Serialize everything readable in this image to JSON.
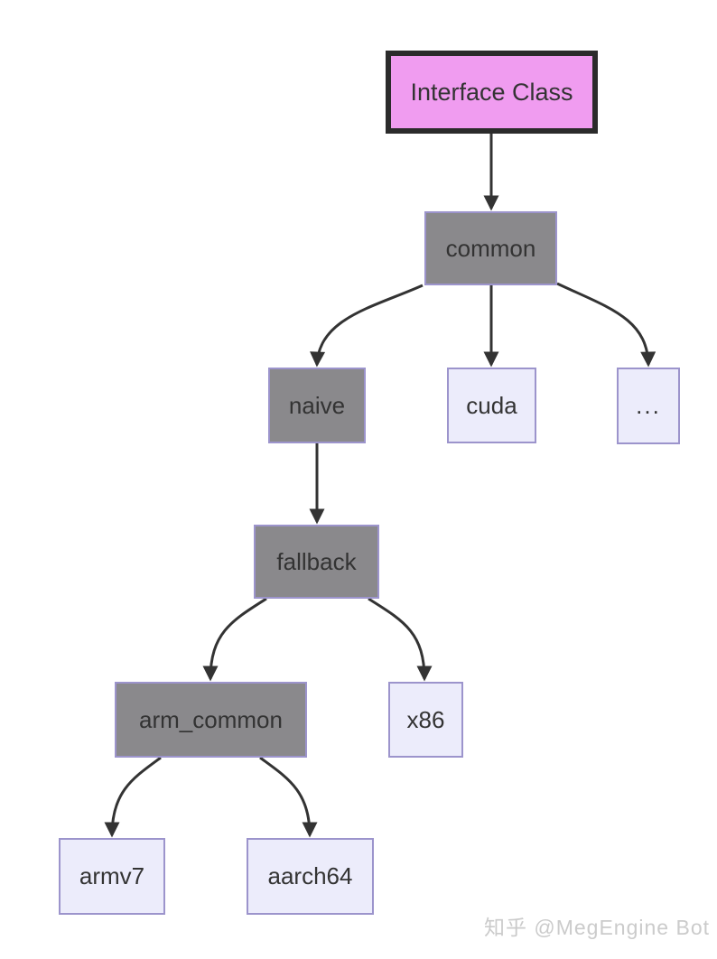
{
  "diagram": {
    "nodes": {
      "interface": {
        "label": "Interface Class",
        "style": "highlight"
      },
      "common": {
        "label": "common",
        "style": "gray"
      },
      "naive": {
        "label": "naive",
        "style": "gray"
      },
      "cuda": {
        "label": "cuda",
        "style": "light"
      },
      "ellipsis": {
        "label": "...",
        "style": "light"
      },
      "fallback": {
        "label": "fallback",
        "style": "gray"
      },
      "arm_common": {
        "label": "arm_common",
        "style": "gray"
      },
      "x86": {
        "label": "x86",
        "style": "light"
      },
      "armv7": {
        "label": "armv7",
        "style": "light"
      },
      "aarch64": {
        "label": "aarch64",
        "style": "light"
      }
    },
    "edges": [
      {
        "from": "interface",
        "to": "common"
      },
      {
        "from": "common",
        "to": "naive"
      },
      {
        "from": "common",
        "to": "cuda"
      },
      {
        "from": "common",
        "to": "ellipsis"
      },
      {
        "from": "naive",
        "to": "fallback"
      },
      {
        "from": "fallback",
        "to": "arm_common"
      },
      {
        "from": "fallback",
        "to": "x86"
      },
      {
        "from": "arm_common",
        "to": "armv7"
      },
      {
        "from": "arm_common",
        "to": "aarch64"
      }
    ],
    "watermark": "知乎 @MegEngine Bot"
  },
  "colors": {
    "highlight_fill": "#f09cf0",
    "highlight_border": "#2b2b2b",
    "gray_fill": "#8a898c",
    "light_fill": "#ececfb",
    "node_border": "#9c94cc",
    "edge": "#333333",
    "text": "#333333",
    "watermark": "#cbcbcb",
    "background": "#ffffff"
  }
}
